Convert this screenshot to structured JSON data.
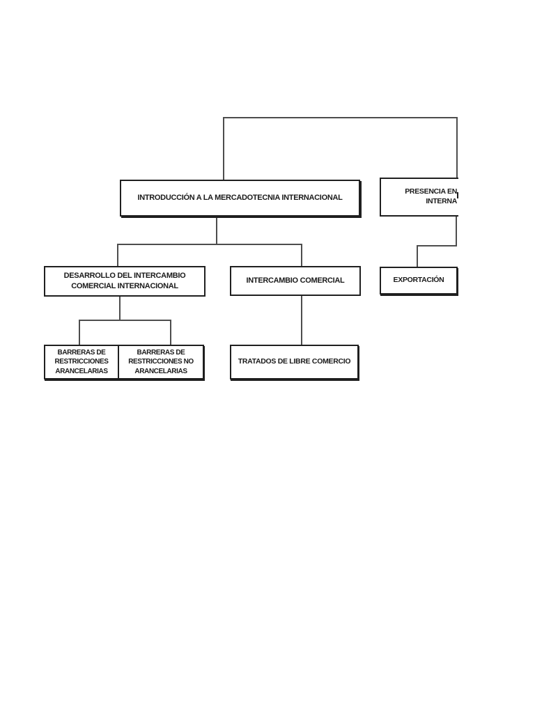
{
  "diagram": {
    "title_node": {
      "label": "INTRODUCCIÓN A LA MERCADOTECNIA INTERNACIONAL"
    },
    "nodes": {
      "presencia": {
        "line1": "PRESENCIA EN",
        "line2": "INTERNA"
      },
      "desarrollo": {
        "line1": "DESARROLLO DEL INTERCAMBIO",
        "line2": "COMERCIAL INTERNACIONAL"
      },
      "intercambio": {
        "label": "INTERCAMBIO COMERCIAL"
      },
      "exportacion": {
        "label": "EXPORTACIÓN"
      },
      "barreras_arancelarias": {
        "line1": "BARRERAS DE",
        "line2": "RESTRICCIONES",
        "line3": "ARANCELARIAS"
      },
      "barreras_no_arancelarias": {
        "line1": "BARRERAS DE",
        "line2": "RESTRICCIONES NO",
        "line3": "ARANCELARIAS"
      },
      "tratados": {
        "label": "TRATADOS DE LIBRE COMERCIO"
      }
    },
    "colors": {
      "background": "#ffffff",
      "box_border": "#1f1f1f",
      "text": "#1a1a1a",
      "connector": "#4d4d4d"
    }
  }
}
